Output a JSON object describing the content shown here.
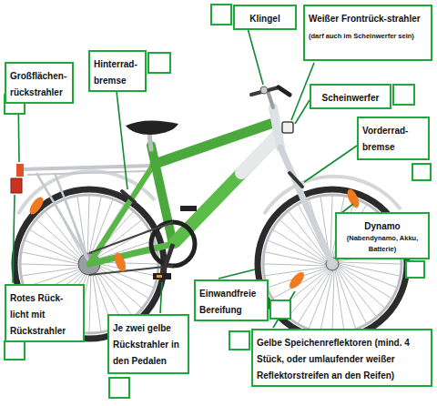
{
  "diagram": {
    "nodes": [
      {
        "text": [
          "Klingel"
        ]
      },
      {
        "text": [
          "Weißer Frontrück-strahler",
          "(darf auch im Scheinwerfer sein)"
        ]
      },
      {
        "text": [
          "Hinterrad-bremse"
        ]
      },
      {
        "text": [
          "Großflächen-rückstrahler"
        ]
      },
      {
        "text": [
          "Scheinwerfer"
        ]
      },
      {
        "text": [
          "Vorderrad-bremse"
        ]
      },
      {
        "text": [
          "Dynamo",
          "(Nabendynamo, Akku, Batterie)"
        ]
      },
      {
        "text": [
          "Einwandfreie Bereifung"
        ]
      },
      {
        "text": [
          "Rotes Rück-licht mit Rückstrahler"
        ]
      },
      {
        "text": [
          "Je zwei gelbe Rückstrahler in den Pedalen"
        ]
      },
      {
        "text": [
          "Gelbe Speichenreflektoren (mind. 4 Stück, oder umlaufender weißer Reflektorstreifen an den Reifen)"
        ]
      }
    ]
  }
}
